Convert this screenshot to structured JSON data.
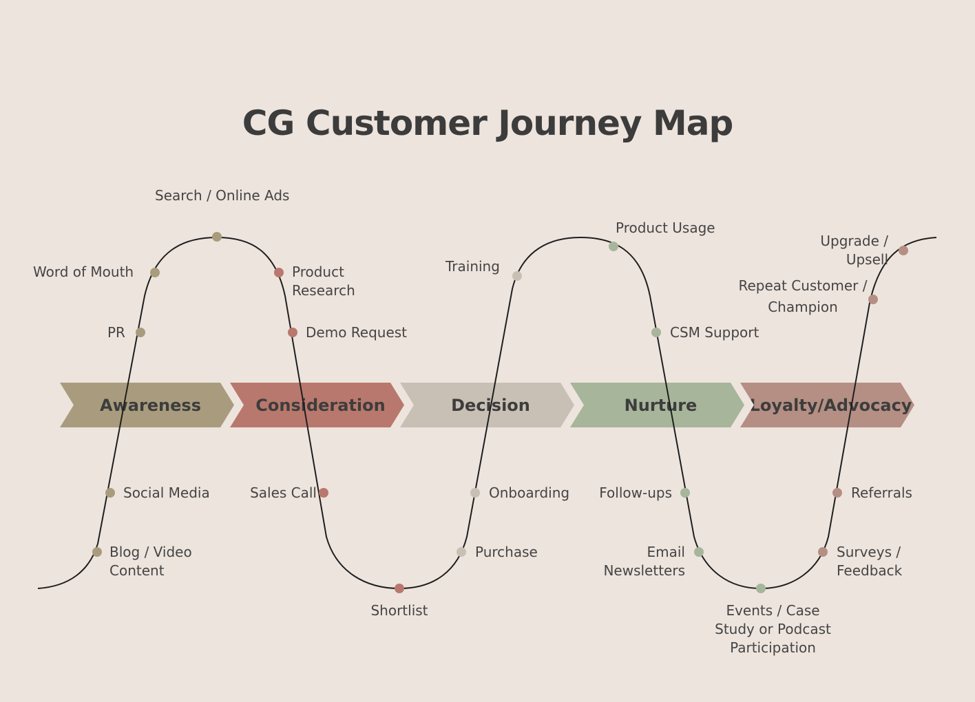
{
  "title": "CG Customer Journey Map",
  "colors": {
    "background": "#ede4dd",
    "awareness": "#a99c7e",
    "consideration": "#b9786d",
    "decision": "#c8bfb5",
    "nurture": "#a7b59b",
    "loyalty": "#b58f84"
  },
  "stages": [
    {
      "label": "Awareness"
    },
    {
      "label": "Consideration"
    },
    {
      "label": "Decision"
    },
    {
      "label": "Nurture"
    },
    {
      "label": "Loyalty/Advocacy"
    }
  ],
  "touchpoints": {
    "search_ads": "Search / Online Ads",
    "word_of_mouth": "Word of Mouth",
    "pr": "PR",
    "social_media": "Social Media",
    "blog_video": "Blog / Video Content",
    "product_research": "Product Research",
    "demo_request": "Demo Request",
    "sales_call": "Sales Call",
    "shortlist": "Shortlist",
    "training": "Training",
    "onboarding": "Onboarding",
    "purchase": "Purchase",
    "product_usage": "Product Usage",
    "csm_support": "CSM Support",
    "follow_ups": "Follow-ups",
    "email_newsletters": "Email Newsletters",
    "events": "Events / Case Study or Podcast Participation",
    "upgrade": "Upgrade / Upsell",
    "repeat_customer": "Repeat Customer / Champion",
    "referrals": "Referrals",
    "surveys": "Surveys / Feedback"
  }
}
